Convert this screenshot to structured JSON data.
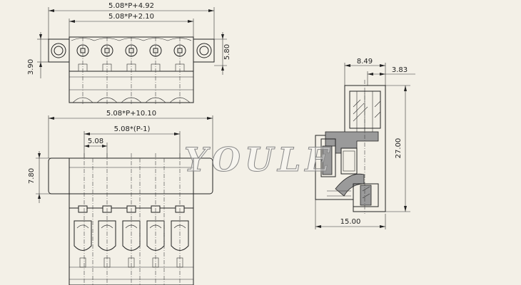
{
  "top_view": {
    "dim_overall": "5.08*P+4.92",
    "dim_inner": "5.08*P+2.10",
    "dim_left_height": "3.90",
    "dim_right_height": "5.80"
  },
  "front_view": {
    "dim_overall": "5.08*P+10.10",
    "dim_pitch_formula": "5.08*(P-1)",
    "dim_pitch": "5.08",
    "dim_height": "7.80"
  },
  "side_view": {
    "dim_width_top": "8.49",
    "dim_offset": "3.83",
    "dim_height": "27.00",
    "dim_width_bottom": "15.00"
  },
  "watermark": "YOULE"
}
